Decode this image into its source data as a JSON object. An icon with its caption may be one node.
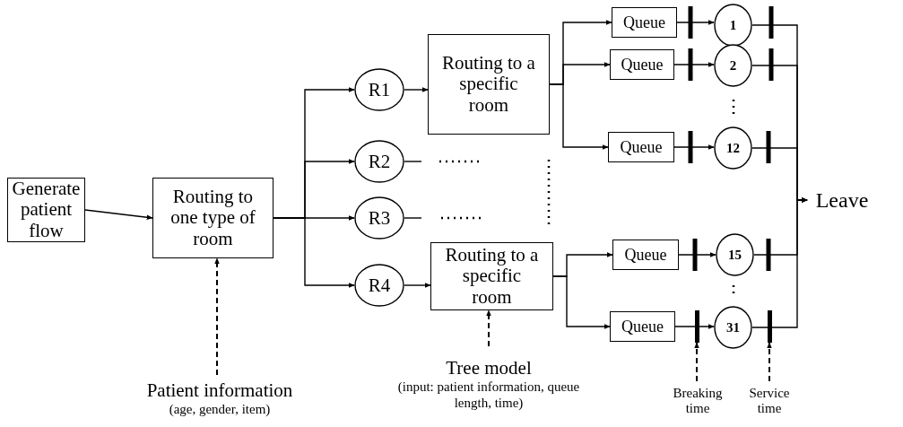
{
  "diagram": {
    "nodes": [
      {
        "text": [
          "Generate patient flow"
        ]
      },
      {
        "text": [
          "Routing to one type of room"
        ]
      },
      {
        "text": [
          "R1"
        ]
      },
      {
        "text": [
          "R2"
        ]
      },
      {
        "text": [
          "R3"
        ]
      },
      {
        "text": [
          "R4"
        ]
      },
      {
        "text": [
          "Routing to a specific room"
        ]
      },
      {
        "text": [
          "Routing to a specific room"
        ]
      },
      {
        "text": [
          "Queue"
        ]
      },
      {
        "text": [
          "Queue"
        ]
      },
      {
        "text": [
          "Queue"
        ]
      },
      {
        "text": [
          "Queue"
        ]
      },
      {
        "text": [
          "Queue"
        ]
      },
      {
        "text": [
          "1"
        ]
      },
      {
        "text": [
          "2"
        ]
      },
      {
        "text": [
          "12"
        ]
      },
      {
        "text": [
          "15"
        ]
      },
      {
        "text": [
          "31"
        ]
      },
      {
        "text": [
          "Leave"
        ]
      },
      {
        "text": [
          "Patient information",
          "(age, gender, item)"
        ]
      },
      {
        "text": [
          "Tree model",
          "(input: patient information, queue length, time)"
        ]
      },
      {
        "text": [
          "Breaking time"
        ]
      },
      {
        "text": [
          "Service time"
        ]
      },
      {
        "text": [],
        "shape": "bar"
      },
      {
        "text": [],
        "shape": "bar"
      }
    ],
    "edges": [
      {
        "from": 0,
        "to": 1,
        "arrow": "to"
      },
      {
        "from": 1,
        "to": 2,
        "arrow": "to"
      },
      {
        "from": 1,
        "to": 3,
        "arrow": "to"
      },
      {
        "from": 1,
        "to": 4,
        "arrow": "to"
      },
      {
        "from": 1,
        "to": 5,
        "arrow": "to"
      },
      {
        "from": 2,
        "to": 6,
        "arrow": "to"
      },
      {
        "from": 3,
        "to": null,
        "arrow": "none"
      },
      {
        "from": 4,
        "to": null,
        "arrow": "none"
      },
      {
        "from": 5,
        "to": 7,
        "arrow": "to"
      },
      {
        "from": 6,
        "to": 8,
        "arrow": "to"
      },
      {
        "from": 6,
        "to": 9,
        "arrow": "to"
      },
      {
        "from": 6,
        "to": 10,
        "arrow": "to"
      },
      {
        "from": 7,
        "to": 11,
        "arrow": "to"
      },
      {
        "from": 7,
        "to": 12,
        "arrow": "to"
      },
      {
        "from": 8,
        "to": 13,
        "arrow": "to"
      },
      {
        "from": 9,
        "to": 14,
        "arrow": "to"
      },
      {
        "from": 10,
        "to": 15,
        "arrow": "to"
      },
      {
        "from": 11,
        "to": 16,
        "arrow": "to"
      },
      {
        "from": 12,
        "to": 17,
        "arrow": "to"
      },
      {
        "from": 13,
        "to": 18,
        "arrow": "to"
      },
      {
        "from": 14,
        "to": 18,
        "arrow": "to"
      },
      {
        "from": 15,
        "to": 18,
        "arrow": "to"
      },
      {
        "from": 16,
        "to": 18,
        "arrow": "to"
      },
      {
        "from": 17,
        "to": 18,
        "arrow": "to"
      },
      {
        "from": 19,
        "to": 1,
        "arrow": "to",
        "style": "dashed"
      },
      {
        "from": 20,
        "to": 7,
        "arrow": "to",
        "style": "dashed"
      },
      {
        "from": 21,
        "to": 23,
        "arrow": "to",
        "style": "dashed"
      },
      {
        "from": 22,
        "to": 24,
        "arrow": "to",
        "style": "dashed"
      }
    ]
  }
}
